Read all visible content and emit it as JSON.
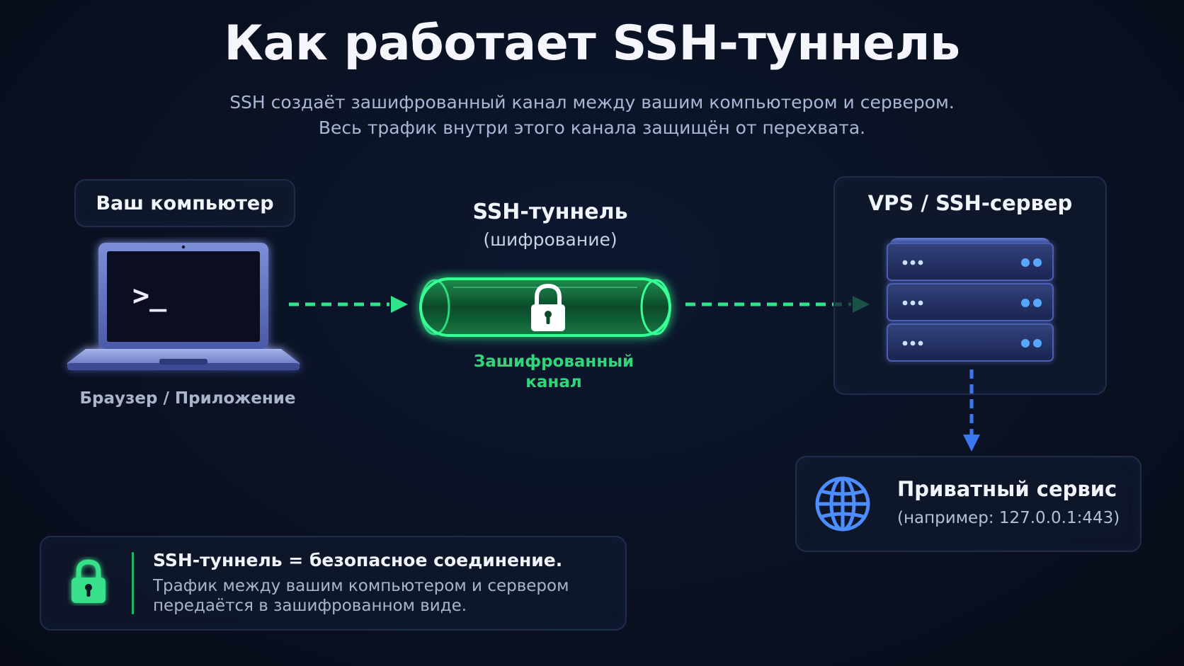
{
  "header": {
    "title": "Как работает SSH-туннель",
    "subtitle_line_1": "SSH создаёт зашифрованный канал между вашим компьютером и сервером.",
    "subtitle_line_2": "Весь трафик внутри этого канала защищён от перехвата."
  },
  "computer": {
    "label": "Ваш компьютер",
    "caption": "Браузер / Приложение",
    "screen_prompt": ">_",
    "icon": "laptop-terminal-icon"
  },
  "tunnel": {
    "title": "SSH-туннель",
    "subtitle": "(шифрование)",
    "caption_line_1": "Зашифрованный",
    "caption_line_2": "канал",
    "icon": "lock-icon"
  },
  "server": {
    "title": "VPS / SSH-сервер",
    "icon": "server-rack-icon"
  },
  "service": {
    "title": "Приватный сервис",
    "example": "(например: 127.0.0.1:443)",
    "icon": "globe-icon"
  },
  "note": {
    "title": "SSH-туннель = безопасное соединение.",
    "line_1": "Трафик между вашим компьютером и сервером",
    "line_2": "передаётся в зашифрованном виде.",
    "icon": "lock-icon"
  },
  "colors": {
    "background": "#0a1122",
    "accent_green": "#2fe38a",
    "accent_blue": "#3b78f0",
    "panel_border": "#1f2c4b"
  }
}
